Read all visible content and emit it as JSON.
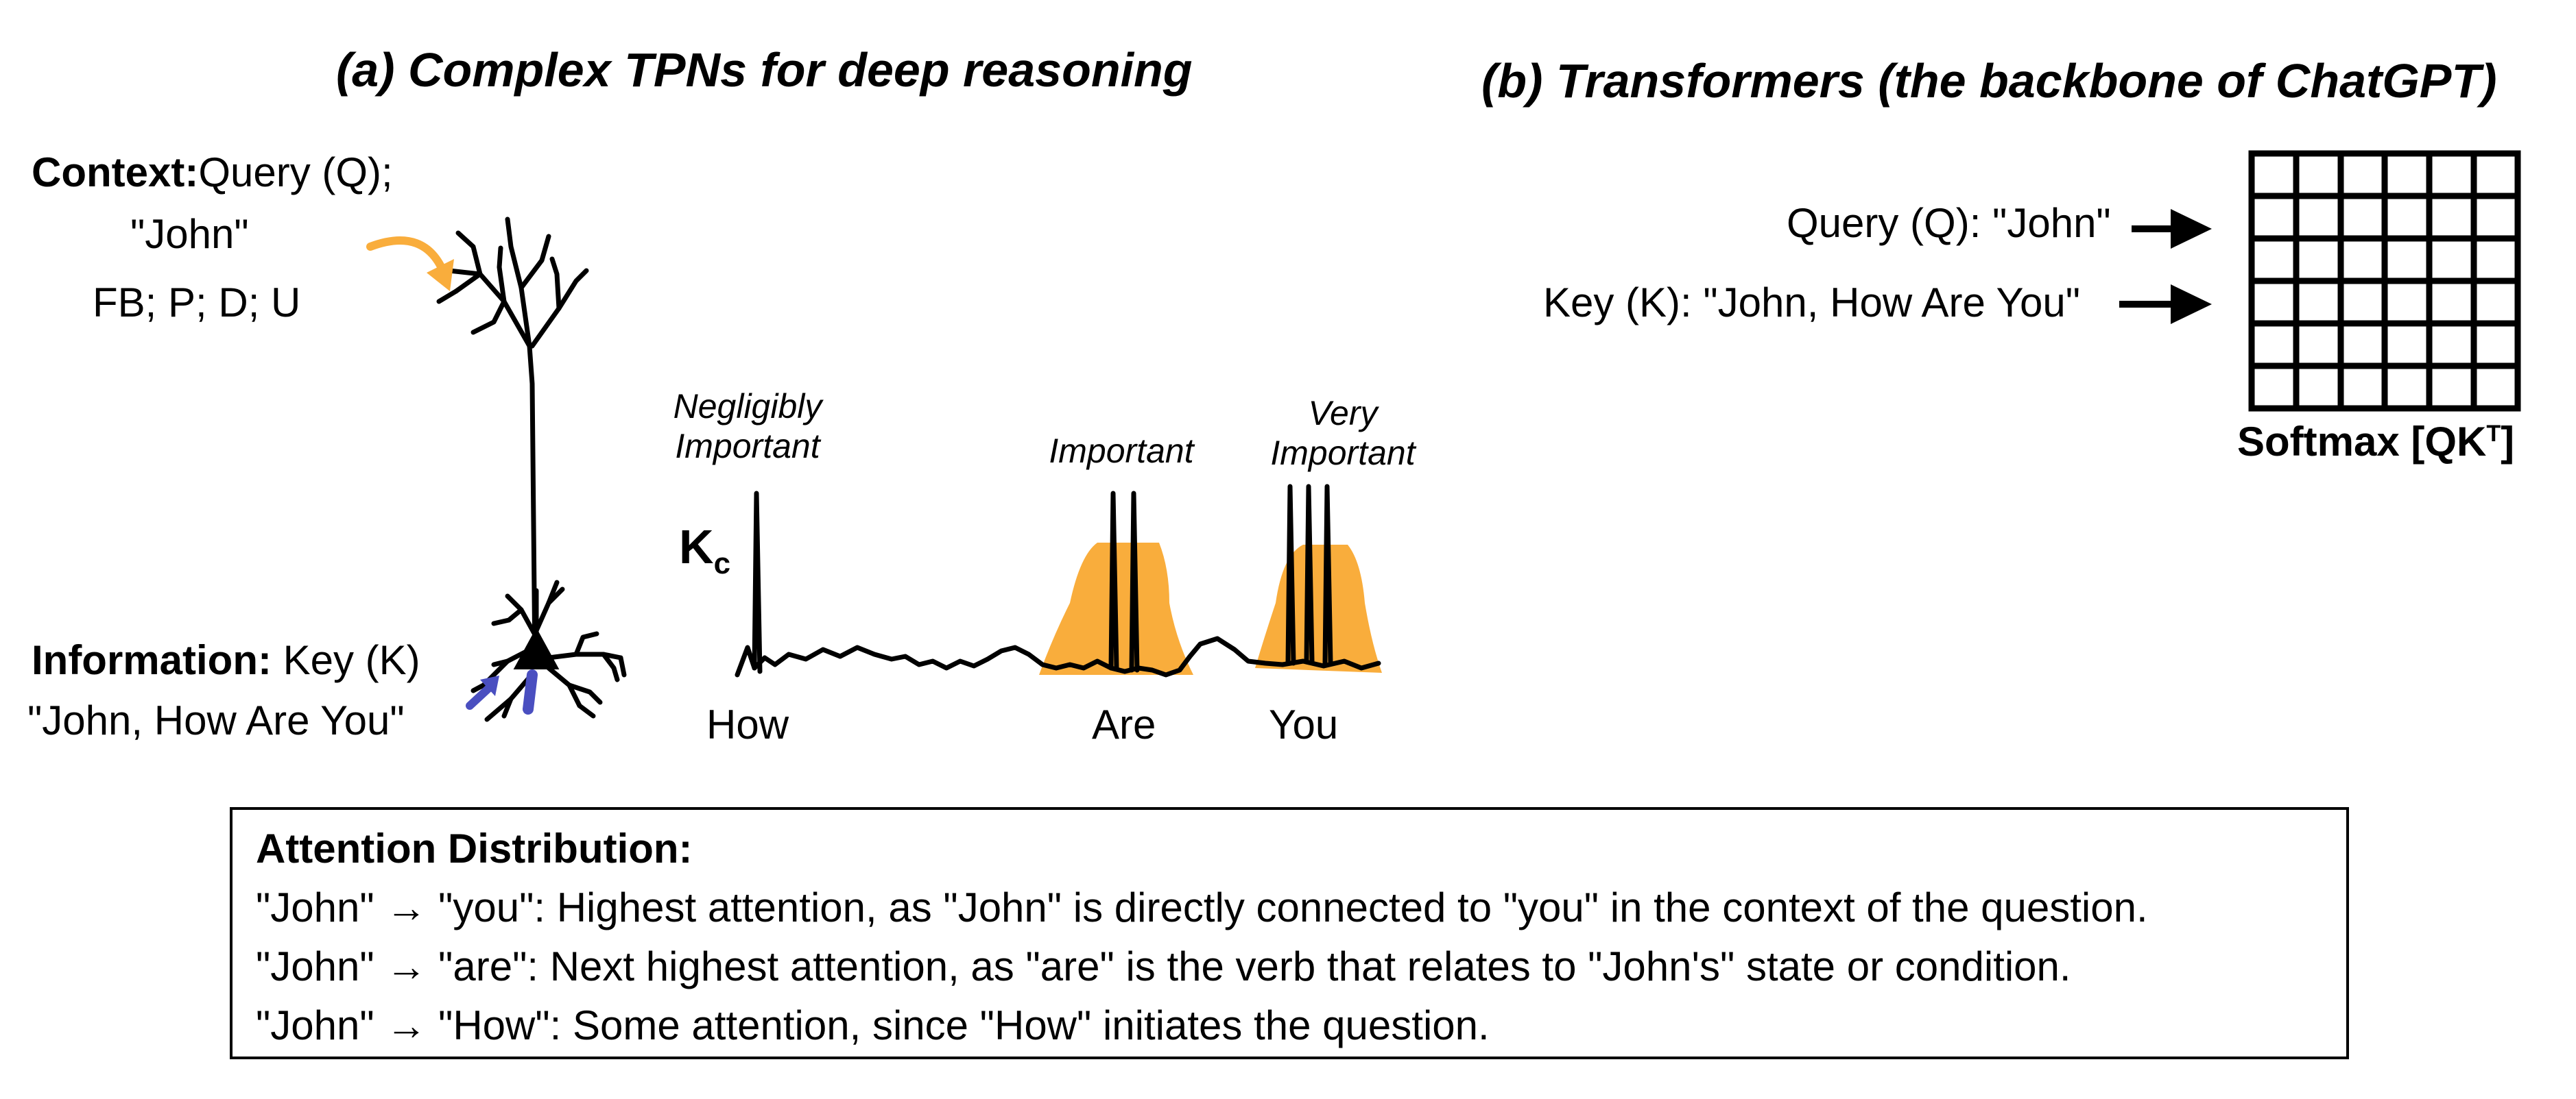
{
  "panel_a": {
    "title": "(a)   Complex TPNs for deep reasoning",
    "context_label": "Context:",
    "context_query": "Query (Q);",
    "context_word": "\"John\"",
    "context_signals": "FB; P; D; U",
    "information_label": "Information:",
    "information_key": "Key (K)",
    "information_text": "\"John, How Are You\"",
    "kc_label": "K",
    "kc_sub": "c",
    "importance": {
      "negligible": [
        "Negligibly",
        "Important"
      ],
      "important": "Important",
      "very_important": [
        "Very",
        "Important"
      ]
    },
    "words": [
      "How",
      "Are",
      "You"
    ]
  },
  "panel_b": {
    "title": "(b)  Transformers (the backbone of ChatGPT)",
    "query_text": "Query (Q): \"John\"",
    "key_text": "Key (K): \"John, How Are You\"",
    "softmax_label": "Softmax [QK",
    "softmax_sup": "T",
    "softmax_close": "]"
  },
  "attention": {
    "heading": "Attention Distribution:",
    "lines": [
      "\"John\" → \"you\": Highest attention, as \"John\" is directly connected to \"you\" in the context of the question.",
      "\"John\" → \"are\": Next highest attention, as \"are\" is the verb that relates to \"John's\" state or condition.",
      "\"John\" → \"How\": Some attention, since \"How\" initiates the question."
    ]
  },
  "colors": {
    "highlight_orange": "#f9ad3c",
    "basal_blue": "#4a4fc0",
    "ink": "#000000"
  }
}
